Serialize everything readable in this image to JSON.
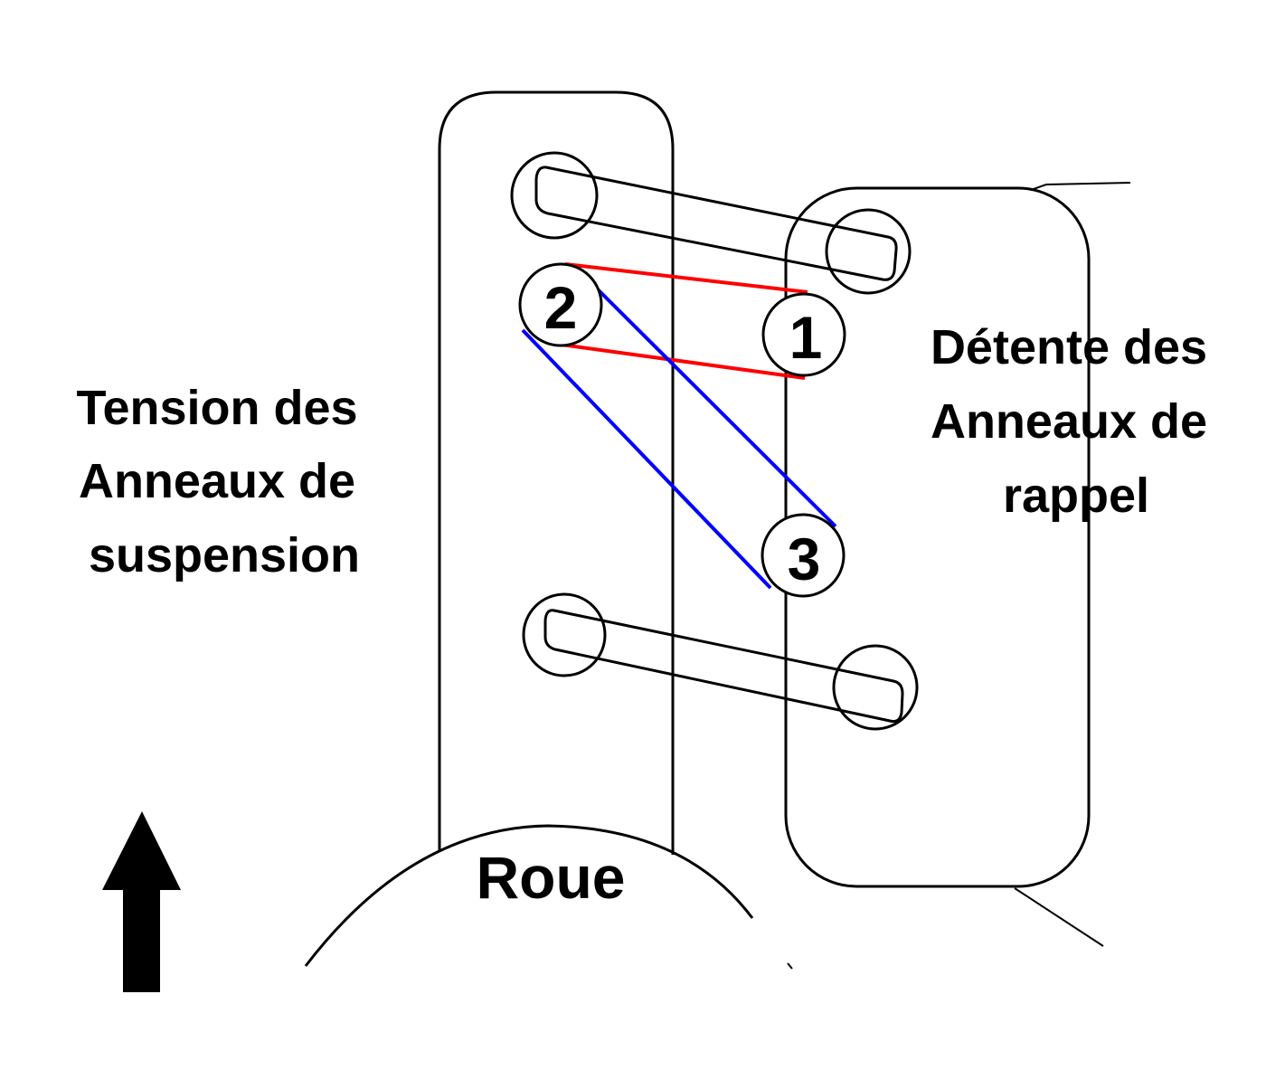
{
  "diagram": {
    "left_caption": [
      "Tension des",
      "Anneaux de",
      "suspension"
    ],
    "right_caption": [
      "Détente des",
      "Anneaux de",
      "rappel"
    ],
    "wheel_label": "Roue",
    "markers": [
      "1",
      "2",
      "3"
    ],
    "colors": {
      "outline": "#000000",
      "red_link": "#ff0000",
      "blue_link": "#0000ff",
      "background": "#ffffff"
    }
  }
}
